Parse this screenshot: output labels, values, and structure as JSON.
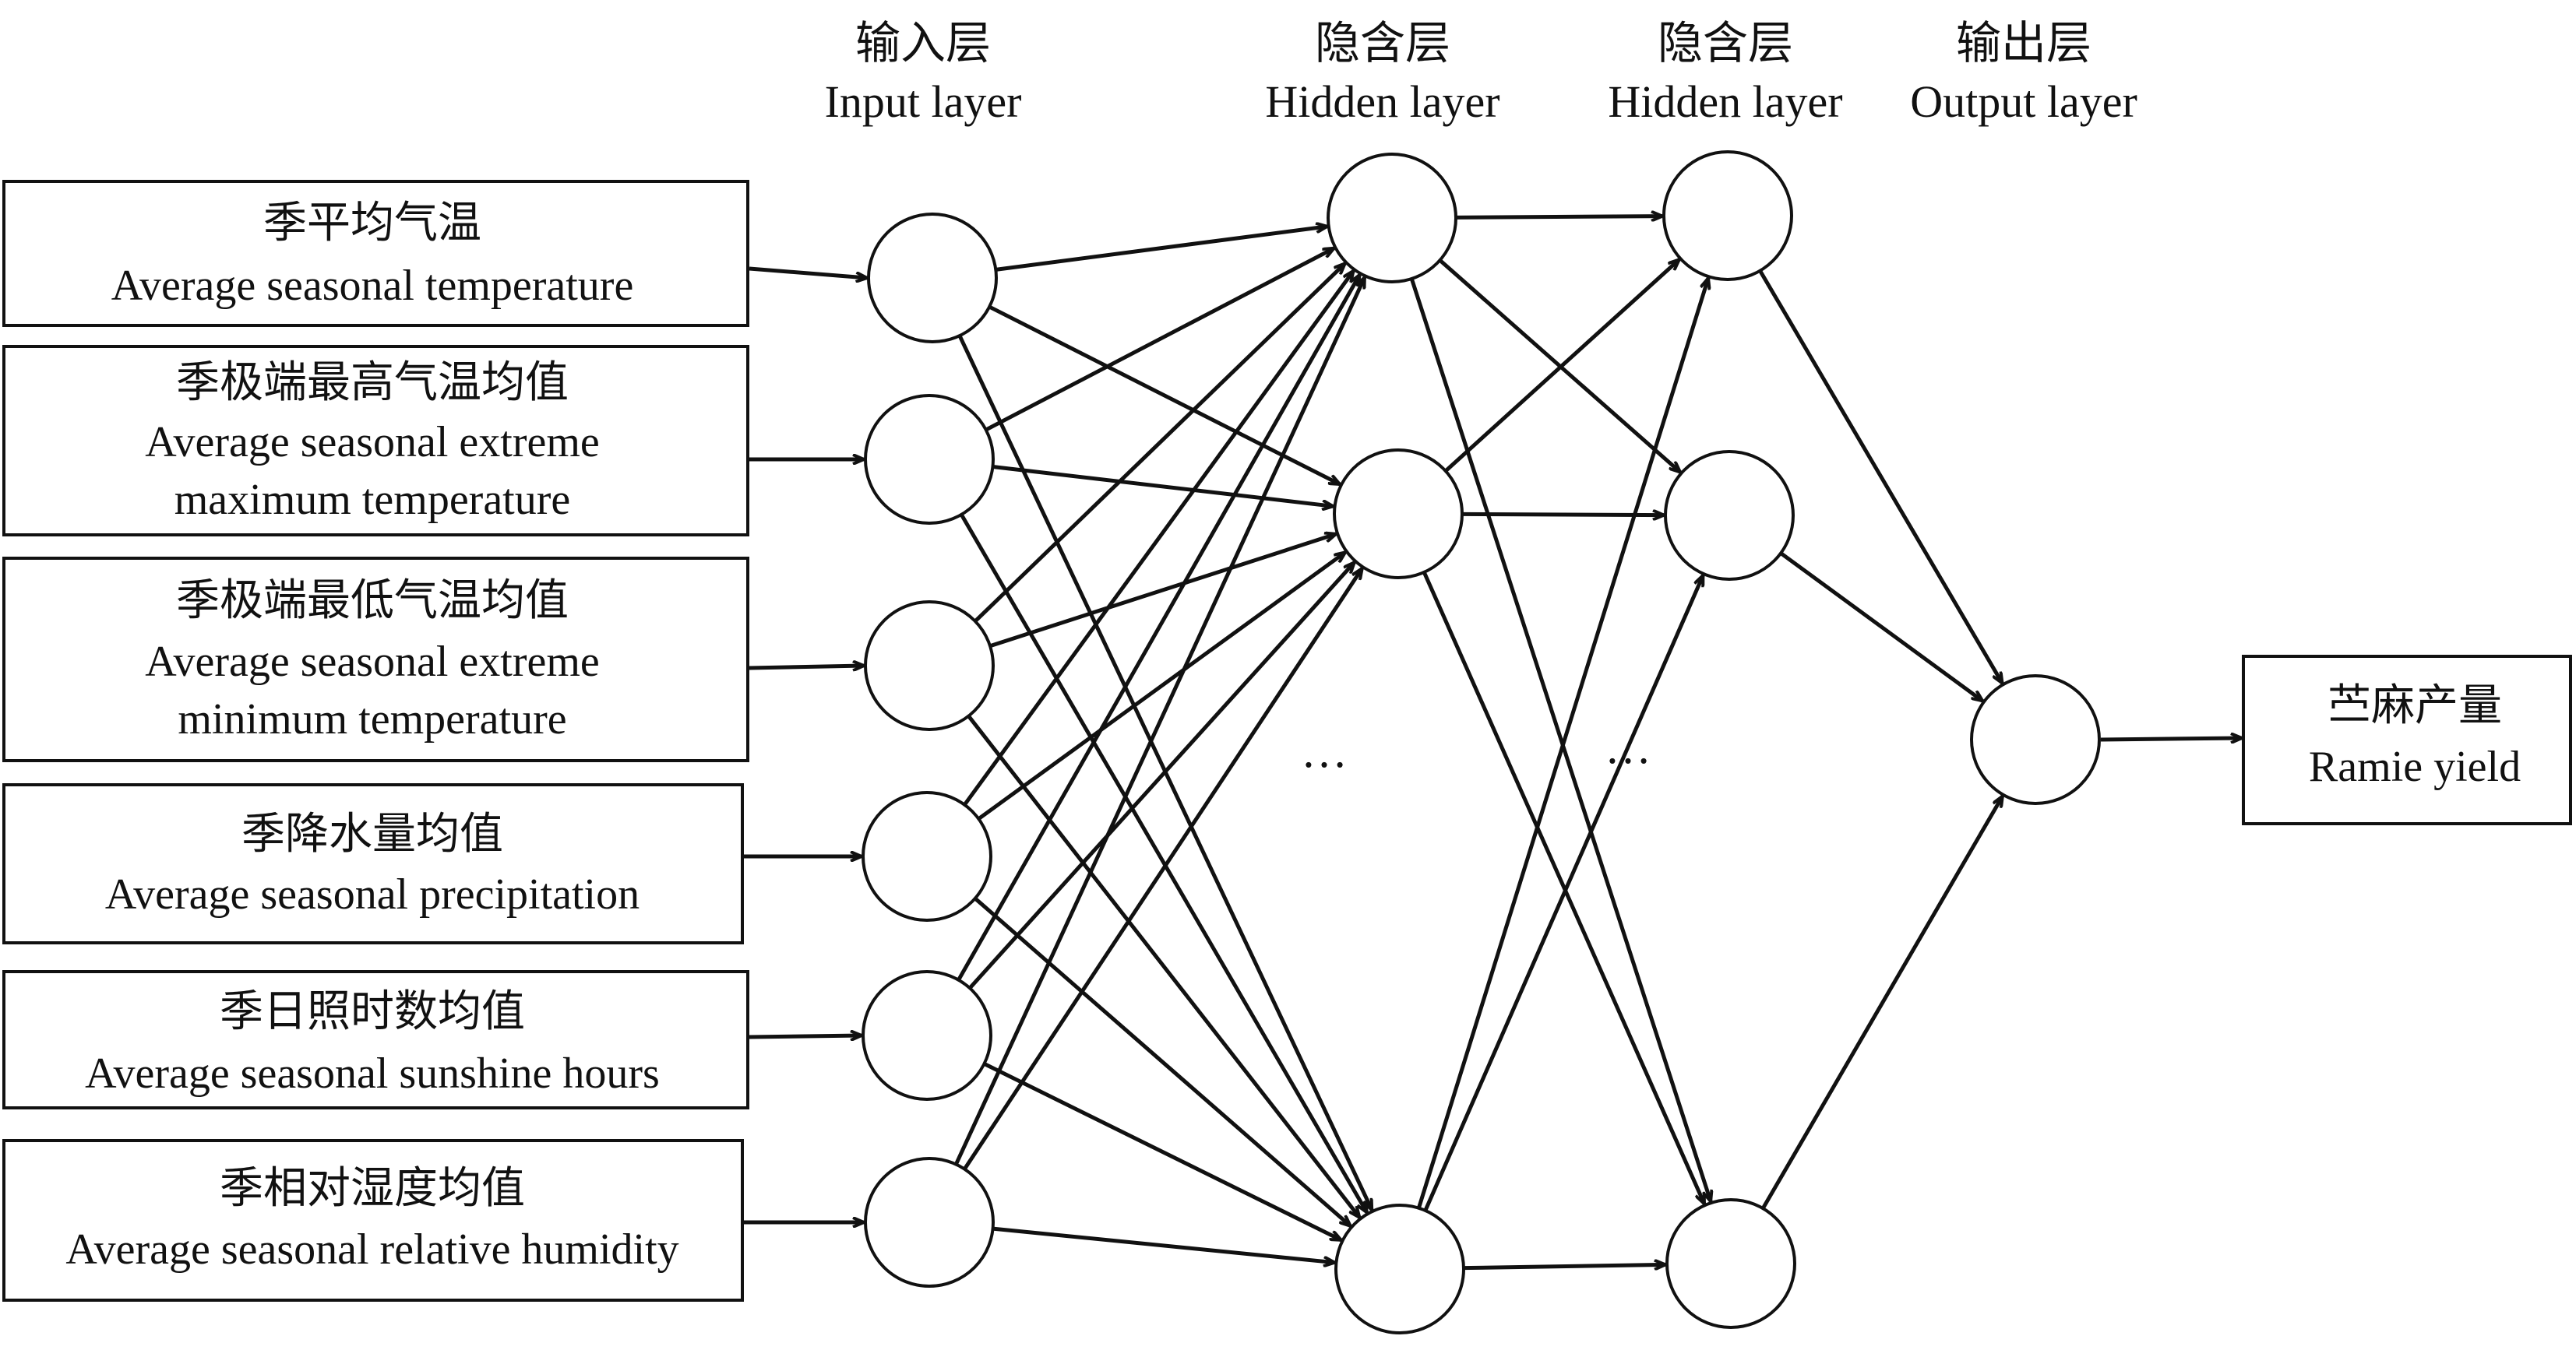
{
  "layers": {
    "input": {
      "zh": "输入层",
      "en": "Input layer"
    },
    "hidden1": {
      "zh": "隐含层",
      "en": "Hidden layer"
    },
    "hidden2": {
      "zh": "隐含层",
      "en": "Hidden layer"
    },
    "output": {
      "zh": "输出层",
      "en": "Output layer"
    }
  },
  "inputs": [
    {
      "zh": "季平均气温",
      "en": [
        "Average seasonal temperature"
      ]
    },
    {
      "zh": "季极端最高气温均值",
      "en": [
        "Average seasonal extreme",
        "maximum temperature"
      ]
    },
    {
      "zh": "季极端最低气温均值",
      "en": [
        "Average seasonal extreme",
        "minimum temperature"
      ]
    },
    {
      "zh": "季降水量均值",
      "en": [
        "Average seasonal precipitation"
      ]
    },
    {
      "zh": "季日照时数均值",
      "en": [
        "Average seasonal sunshine hours"
      ]
    },
    {
      "zh": "季相对湿度均值",
      "en": [
        "Average seasonal relative humidity"
      ]
    }
  ],
  "output_label": {
    "zh": "苎麻产量",
    "en": "Ramie yield"
  },
  "ellipsis": "…"
}
